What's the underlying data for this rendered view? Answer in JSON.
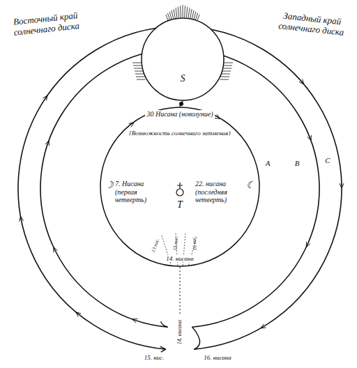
{
  "diagram": {
    "nodes": [
      {
        "text": [
          "S"
        ]
      },
      {
        "text": [
          "T"
        ]
      }
    ],
    "edges": [
      {
        "from": 0,
        "to": 1,
        "arrow": "none"
      }
    ],
    "labels": [
      "Восточный край солнечнаго диска",
      "Западный край солнечнаго диска",
      "30 Нисана (новолуние)",
      "{Возможность солнечнаго затмения}",
      "A",
      "B",
      "C",
      "☽",
      "7. Нисана (первая четверть)",
      "22. нисана (последняя четверть)",
      "☾",
      "13 нис.",
      "15 нис.",
      "16 нис.",
      "14. нисана",
      "14. нисана",
      "15. нис.",
      "16. нисана"
    ]
  }
}
